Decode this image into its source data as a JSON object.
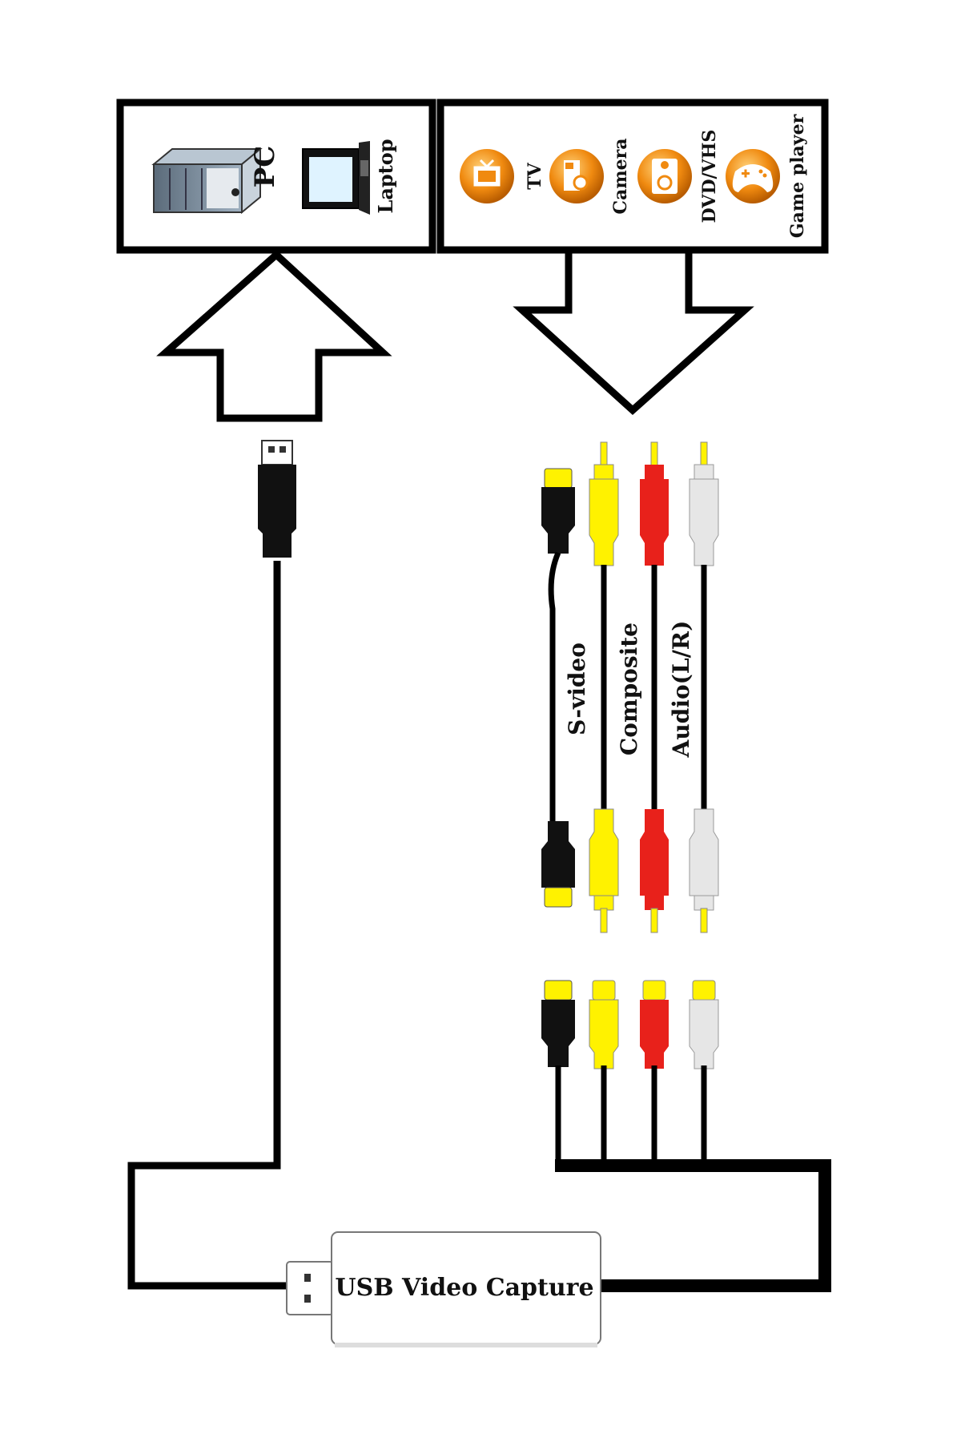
{
  "computers": {
    "pc_label": "PC",
    "laptop_label": "Laptop"
  },
  "sources": {
    "items": [
      {
        "label": "TV",
        "icon": "tv-icon"
      },
      {
        "label": "Camera",
        "icon": "camera-icon"
      },
      {
        "label": "DVD/VHS",
        "icon": "dvd-vhs-icon"
      },
      {
        "label": "Game player",
        "icon": "gamepad-icon"
      }
    ]
  },
  "cables": {
    "svideo_label": "S-video",
    "composite_label": "Composite",
    "audio_label": "Audio(L/R)"
  },
  "device": {
    "label": "USB Video Capture"
  },
  "colors": {
    "icon_orange": "#f08a10",
    "plug_yellow": "#fff200",
    "plug_red": "#e8211b",
    "plug_white": "#e6e6e6",
    "plug_black": "#111111"
  }
}
